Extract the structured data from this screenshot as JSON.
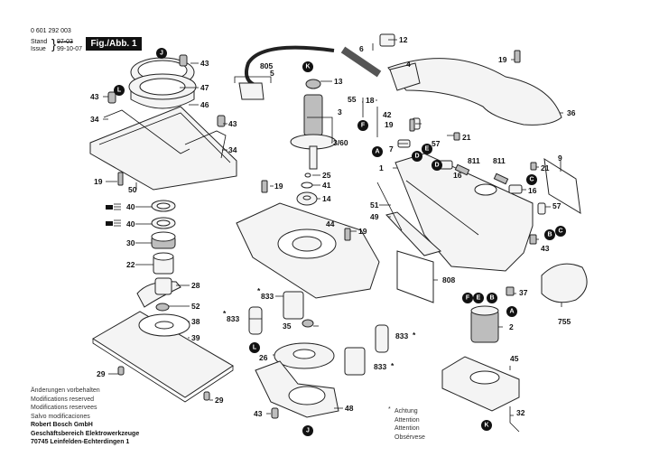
{
  "header": {
    "part_number": "0 601 292 003",
    "stand_label": "Stand",
    "issue_label": "Issue",
    "stand_value_crossed": "97-03",
    "issue_date": "99-10-07",
    "figure_label": "Fig./Abb. 1"
  },
  "footer": {
    "disclaimer_lines": [
      "Änderungen vorbehalten",
      "Modifications reserved",
      "Modifications reservees",
      "Salvo modificaciones"
    ],
    "company_lines": [
      "Robert Bosch GmbH",
      "Geschäftsbereich Elektrowerkzeuge",
      "70745 Leinfelden-Echterdingen 1"
    ]
  },
  "attention_note": {
    "symbol": "*",
    "lines": [
      "Achtung",
      "Attention",
      "Attention",
      "Obsérvese"
    ]
  },
  "connector_markers": [
    "A",
    "B",
    "C",
    "D",
    "E",
    "F",
    "J",
    "K",
    "L"
  ],
  "part_labels": [
    {
      "id": "p43a",
      "text": "43"
    },
    {
      "id": "p47",
      "text": "47"
    },
    {
      "id": "p46",
      "text": "46"
    },
    {
      "id": "p43b",
      "text": "43"
    },
    {
      "id": "p34a",
      "text": "34"
    },
    {
      "id": "p43c",
      "text": "43"
    },
    {
      "id": "p34b",
      "text": "34"
    },
    {
      "id": "p19a",
      "text": "19"
    },
    {
      "id": "p50",
      "text": "50"
    },
    {
      "id": "p40a",
      "text": "40"
    },
    {
      "id": "p40b",
      "text": "40"
    },
    {
      "id": "p30",
      "text": "30"
    },
    {
      "id": "p22",
      "text": "22"
    },
    {
      "id": "p28",
      "text": "28"
    },
    {
      "id": "p52",
      "text": "52"
    },
    {
      "id": "p38",
      "text": "38"
    },
    {
      "id": "p39",
      "text": "39"
    },
    {
      "id": "p29a",
      "text": "29"
    },
    {
      "id": "p29b",
      "text": "29"
    },
    {
      "id": "p805",
      "text": "805"
    },
    {
      "id": "p5",
      "text": "5"
    },
    {
      "id": "p6",
      "text": "6"
    },
    {
      "id": "p12",
      "text": "12"
    },
    {
      "id": "p13",
      "text": "13"
    },
    {
      "id": "p3",
      "text": "3"
    },
    {
      "id": "p360",
      "text": "3/60"
    },
    {
      "id": "p25",
      "text": "25"
    },
    {
      "id": "p41",
      "text": "41"
    },
    {
      "id": "p14",
      "text": "14"
    },
    {
      "id": "p19b",
      "text": "19"
    },
    {
      "id": "p44",
      "text": "44"
    },
    {
      "id": "p19c",
      "text": "19"
    },
    {
      "id": "p833a",
      "text": "833"
    },
    {
      "id": "p833b",
      "text": "833"
    },
    {
      "id": "p35",
      "text": "35"
    },
    {
      "id": "p833c",
      "text": "833"
    },
    {
      "id": "p833d",
      "text": "833"
    },
    {
      "id": "p26",
      "text": "26"
    },
    {
      "id": "p48",
      "text": "48"
    },
    {
      "id": "p43d",
      "text": "43"
    },
    {
      "id": "p4",
      "text": "4"
    },
    {
      "id": "p55",
      "text": "55"
    },
    {
      "id": "p18",
      "text": "18"
    },
    {
      "id": "p42",
      "text": "42"
    },
    {
      "id": "p19d",
      "text": "19"
    },
    {
      "id": "p57a",
      "text": "57"
    },
    {
      "id": "p7",
      "text": "7"
    },
    {
      "id": "p21a",
      "text": "21"
    },
    {
      "id": "p1",
      "text": "1"
    },
    {
      "id": "p16a",
      "text": "16"
    },
    {
      "id": "p811a",
      "text": "811"
    },
    {
      "id": "p811b",
      "text": "811"
    },
    {
      "id": "p21b",
      "text": "21"
    },
    {
      "id": "p16b",
      "text": "16"
    },
    {
      "id": "p9",
      "text": "9"
    },
    {
      "id": "p57b",
      "text": "57"
    },
    {
      "id": "p43e",
      "text": "43"
    },
    {
      "id": "p51",
      "text": "51"
    },
    {
      "id": "p49",
      "text": "49"
    },
    {
      "id": "p808",
      "text": "808"
    },
    {
      "id": "p37",
      "text": "37"
    },
    {
      "id": "p2",
      "text": "2"
    },
    {
      "id": "p755",
      "text": "755"
    },
    {
      "id": "p45",
      "text": "45"
    },
    {
      "id": "p32",
      "text": "32"
    },
    {
      "id": "p19e",
      "text": "19"
    },
    {
      "id": "p36",
      "text": "36"
    }
  ]
}
